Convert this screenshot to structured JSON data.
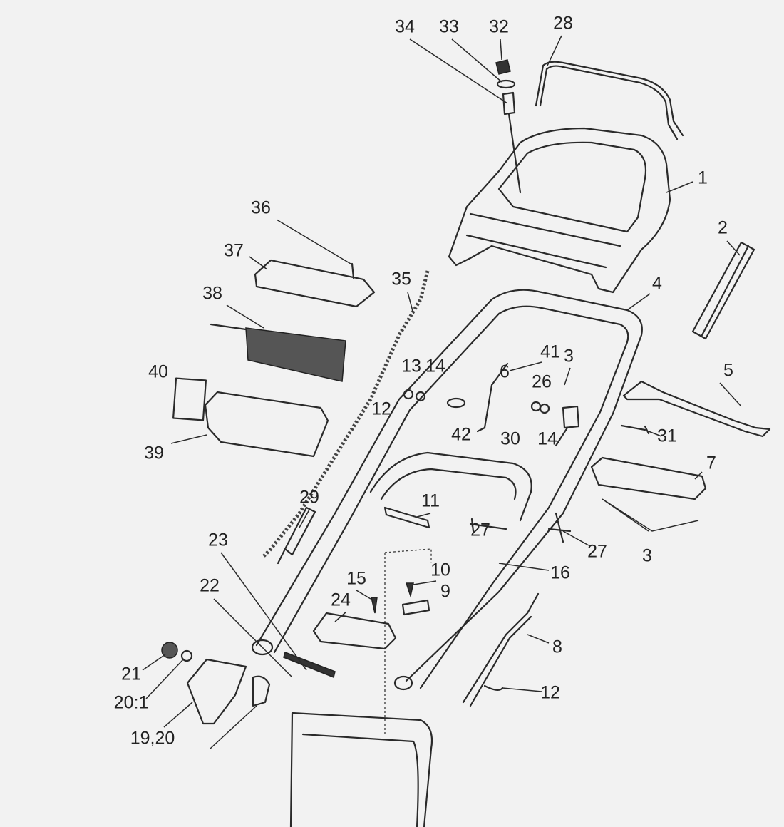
{
  "diagram": {
    "title": "Handle assembly exploded parts diagram",
    "part_labels": [
      "34",
      "33",
      "32",
      "28",
      "1",
      "36",
      "37",
      "2",
      "4",
      "35",
      "38",
      "41",
      "3",
      "6",
      "13",
      "14",
      "5",
      "40",
      "26",
      "12",
      "42",
      "30",
      "14",
      "31",
      "39",
      "7",
      "29",
      "11",
      "27",
      "27",
      "3",
      "23",
      "16",
      "10",
      "9",
      "15",
      "22",
      "24",
      "8",
      "21",
      "20:1",
      "12",
      "19,20"
    ]
  }
}
